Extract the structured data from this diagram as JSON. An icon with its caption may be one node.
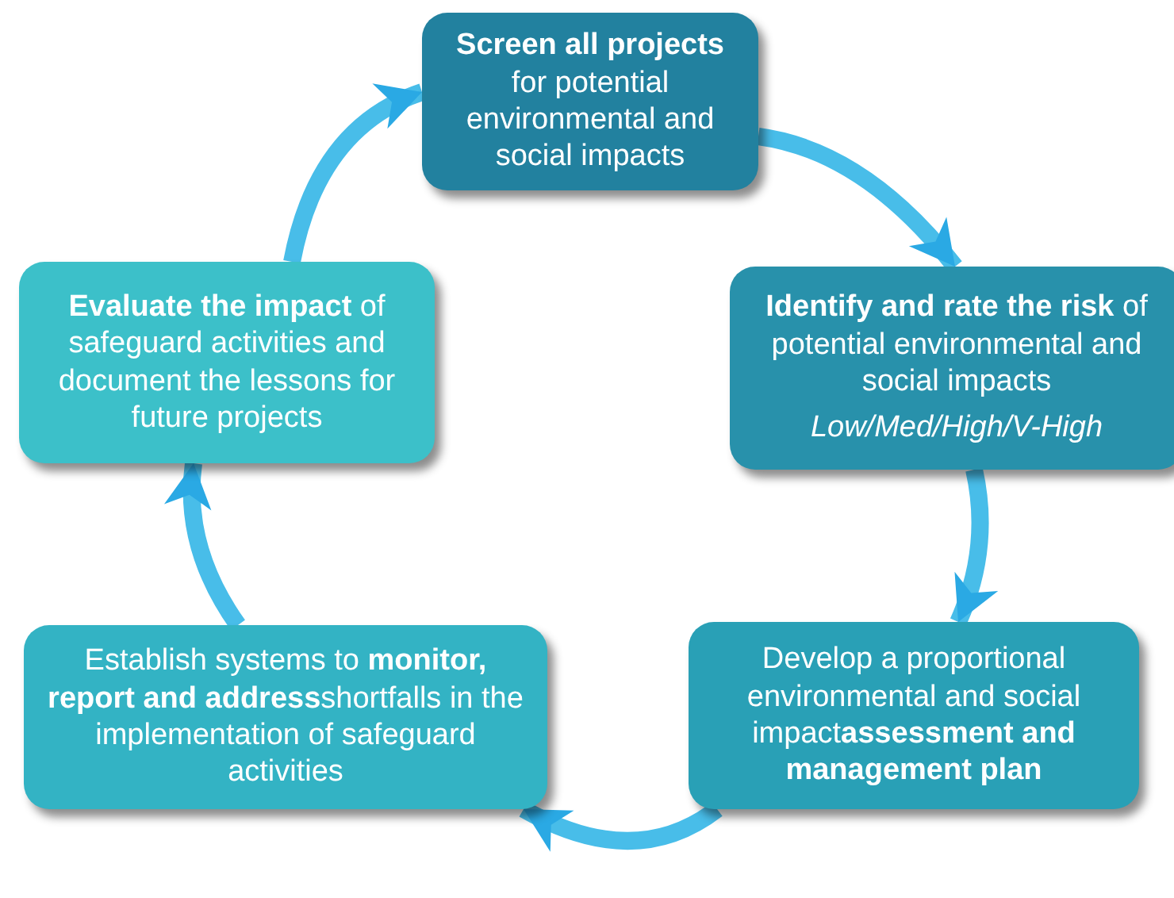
{
  "diagram": {
    "nodes": [
      {
        "text": [
          "**Screen all projects** for potential environmental and social impacts"
        ]
      },
      {
        "text": [
          "**Identify and rate the risk** of potential environmental and social impacts",
          "Low/Med/High/V-High"
        ]
      },
      {
        "text": [
          "Develop a proportional environmental and social impact**assessment and management plan**"
        ]
      },
      {
        "text": [
          "Establish systems to **monitor, report and address**shortfalls in the implementation of safeguard activities"
        ]
      },
      {
        "text": [
          "**Evaluate the impact** of safeguard activities and document the lessons for future projects"
        ]
      }
    ],
    "edges": [
      {
        "from": 0,
        "to": 1,
        "arrow": "to"
      },
      {
        "from": 1,
        "to": 2,
        "arrow": "to"
      },
      {
        "from": 2,
        "to": 3,
        "arrow": "to"
      },
      {
        "from": 3,
        "to": 4,
        "arrow": "to"
      },
      {
        "from": 4,
        "to": 0,
        "arrow": "to"
      }
    ]
  }
}
